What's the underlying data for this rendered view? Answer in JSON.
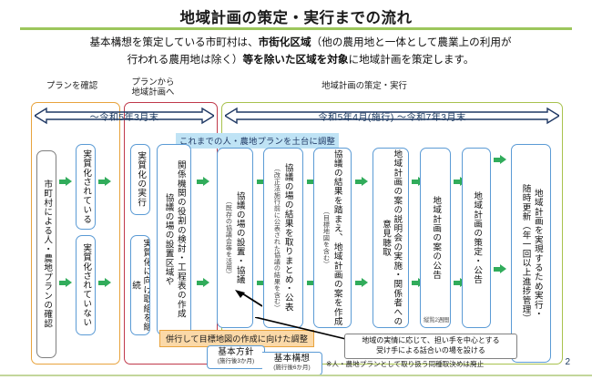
{
  "title": "地域計画の策定・実行までの流れ",
  "lead": {
    "line1_a": "基本構想を策定している市町村は、",
    "line1_b": "市街化区域",
    "line1_c": "（他の農用地と一体として農業上の利用が",
    "line2_a": "行われる農用地は除く）",
    "line2_b": "等を除いた区域を対象",
    "line2_c": "に地域計画を策定します。"
  },
  "captions": {
    "confirm_plan": "プランを確認",
    "plan_to_plan": "プランから\n地域計画へ",
    "formulate_execute": "地域計画の策定・実行"
  },
  "periods": {
    "left": "～令和5年3月末",
    "right": "令和5年4月(施行) ～令和7年3月末"
  },
  "tag_blue": "これまでの人・農地プランを土台に調整",
  "steps": {
    "s1": "市町村による人・農地プランの確認",
    "s2": "実質化されている",
    "s3": "実質化されていない",
    "s4": "実質化の実行",
    "s5": "実質化に向け取組を継続",
    "s6": "関係機関の役割の検討・工程表の作成",
    "s7": "協議の場の設置区域や",
    "s8_main": "協議の場の設置・協議",
    "s8_sub": "（既存の協議会等を活用）",
    "s9_main": "協議の場の結果を取りまとめ・公表",
    "s9_sub": "（改正法施行前に公表された協議の結果を含む）",
    "s10_main": "協議の結果を踏まえ、地域計画の案を作成",
    "s10_sub": "（目標地図を含む）",
    "s11": "地域計画の案の説明会の実施・関係者への意見聴取",
    "s12": "地域計画の案の公告",
    "s12_note": "縦覧2週間",
    "s13": "地域計画の策定・公告",
    "s14_main": "地域計画を実現するため実行・",
    "s14_sub": "随時更新（年一回以上進捗管理）"
  },
  "banner_orange": "併行して目標地図の作成に向けた調整",
  "miniboxes": [
    {
      "title": "基本方針",
      "note": "(施行後3か月)"
    },
    {
      "title": "基本構想",
      "note": "(施行後6か月)"
    }
  ],
  "callout": {
    "line1": "地域の実情に応じて、担い手を中心とする",
    "line2": "受け手による話合いの場を設ける"
  },
  "footnote": "※人・農地プランとして取り扱う同種取決めは廃止",
  "page_number": "2",
  "colors": {
    "accent_green": "#9cc65c",
    "frame_orange": "#e8a33d",
    "frame_red": "#c0394b",
    "frame_green": "#a8c24e",
    "box_blue": "#5b9bd5",
    "arrow_green": "#31ac5b",
    "tag_blue_bg": "#bfe3f5",
    "banner_orange_bg": "#fbd9a8",
    "period_navy": "#17365d"
  }
}
